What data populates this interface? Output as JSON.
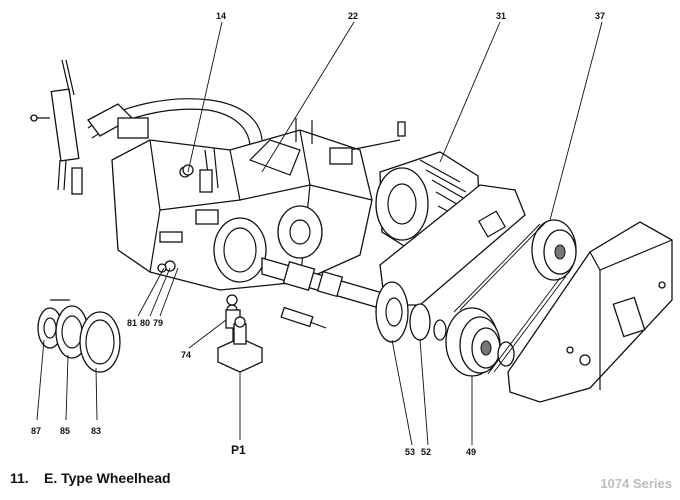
{
  "caption": {
    "number": "11.",
    "title": "E. Type Wheelhead"
  },
  "series_label": "1074 Series",
  "callouts": {
    "c14": "14",
    "c22": "22",
    "c31": "31",
    "c37": "37",
    "c81": "81",
    "c80": "80",
    "c79": "79",
    "c74": "74",
    "c87": "87",
    "c85": "85",
    "c83": "83",
    "c53": "53",
    "c52": "52",
    "c49": "49",
    "p1": "P1"
  }
}
